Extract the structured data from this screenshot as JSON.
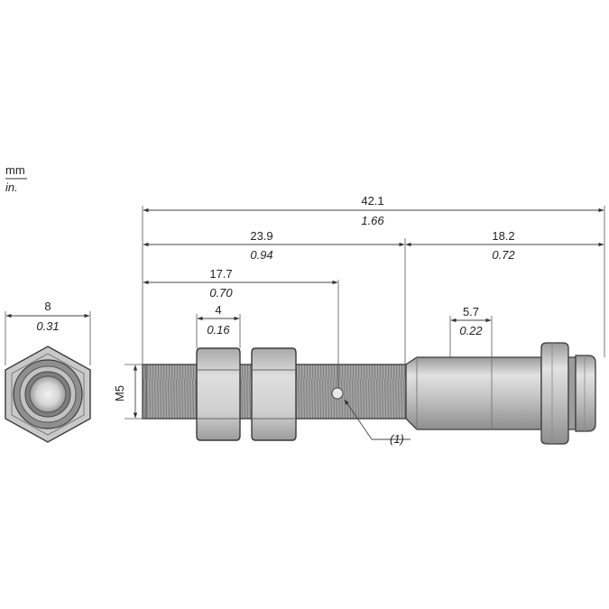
{
  "units": {
    "primary": "mm",
    "secondary": "in."
  },
  "hex_view": {
    "width_mm": "8",
    "width_in": "0.31"
  },
  "dimensions": {
    "overall": {
      "mm": "42.1",
      "in": "1.66"
    },
    "thread_length": {
      "mm": "23.9",
      "in": "0.94"
    },
    "body_length": {
      "mm": "18.2",
      "in": "0.72"
    },
    "nut_offset": {
      "mm": "17.7",
      "in": "0.70"
    },
    "nut_width": {
      "mm": "4",
      "in": "0.16"
    },
    "connector": {
      "mm": "5.7",
      "in": "0.22"
    },
    "thread_size": "M5"
  },
  "callout": "(1)",
  "colors": {
    "metal_light": "#d8d8d8",
    "metal_mid": "#b3b3b3",
    "metal_dark": "#8a8a8a",
    "line": "#3a3a3a"
  }
}
